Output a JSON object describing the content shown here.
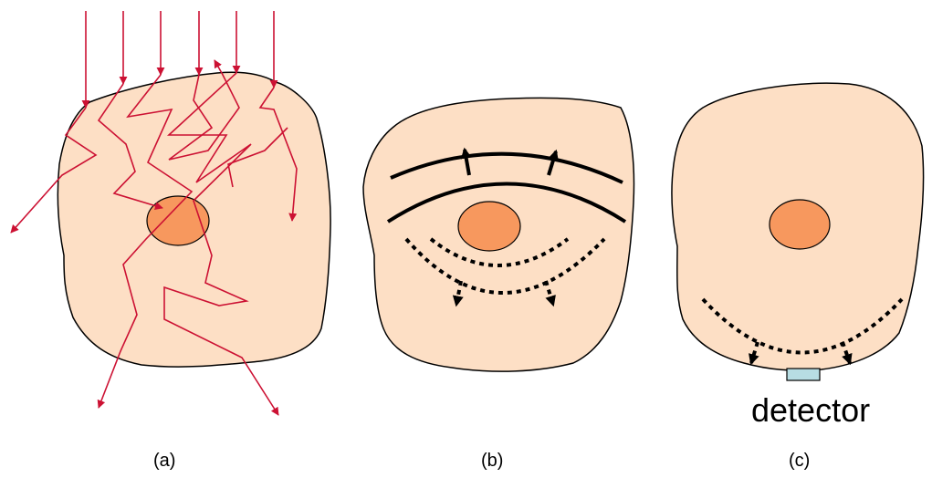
{
  "panels": [
    {
      "id": "a",
      "caption": "(a)"
    },
    {
      "id": "b",
      "caption": "(b)"
    },
    {
      "id": "c",
      "caption": "(c)",
      "detector_label": "detector"
    }
  ],
  "colors": {
    "tissue_fill": "#fddfc5",
    "tissue_stroke": "#000000",
    "inclusion_fill": "#f7985e",
    "photon_path": "#cc1133",
    "wave_stroke": "#000000",
    "detector_fill": "#b7dde3"
  }
}
